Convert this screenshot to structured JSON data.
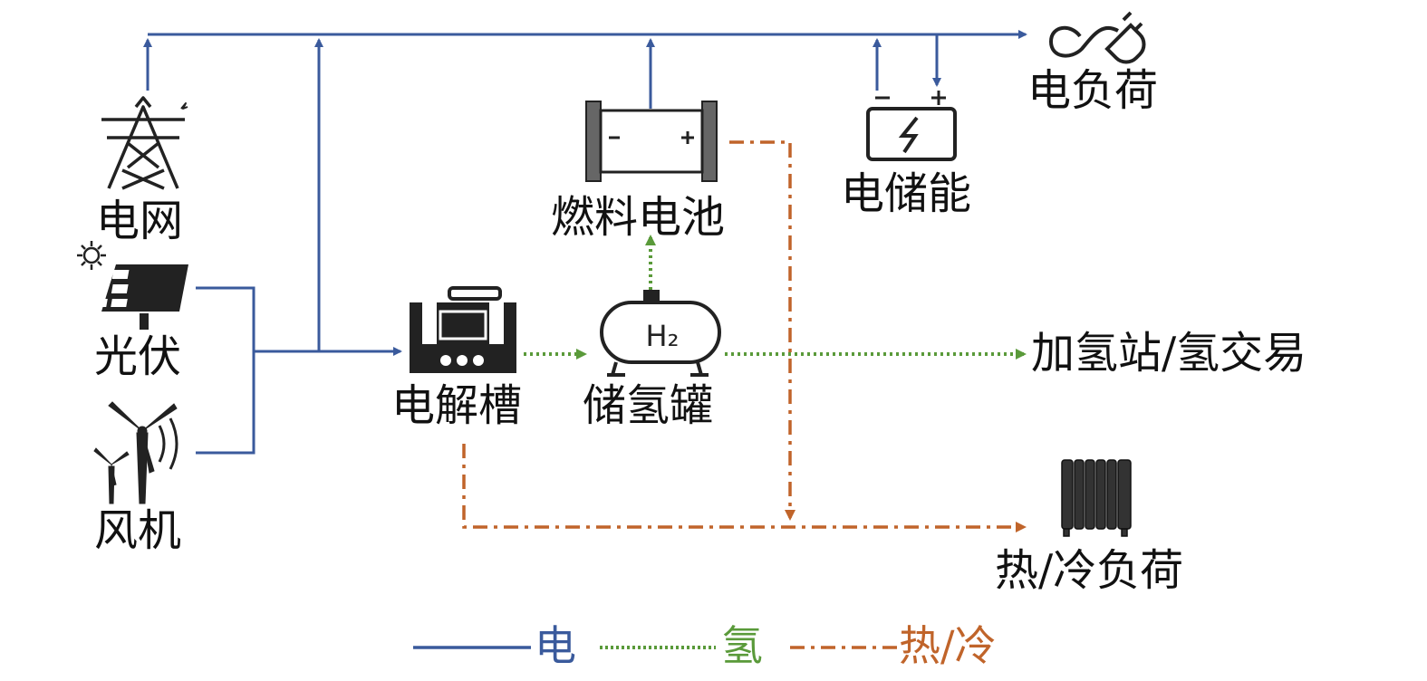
{
  "nodes": {
    "grid": "电网",
    "pv": "光伏",
    "wind": "风机",
    "electrolyzer": "电解槽",
    "fuel_cell": "燃料电池",
    "h2_tank": "储氢罐",
    "h2_tank_mark": "H₂",
    "battery": "电储能",
    "elec_load": "电负荷",
    "h2_station": "加氢站/氢交易",
    "thermal_load": "热/冷负荷"
  },
  "legend": {
    "electric": "电",
    "hydrogen": "氢",
    "thermal": "热/冷"
  },
  "colors": {
    "electric": "#3a5a9c",
    "hydrogen": "#5a9a3a",
    "thermal": "#c0642a"
  }
}
